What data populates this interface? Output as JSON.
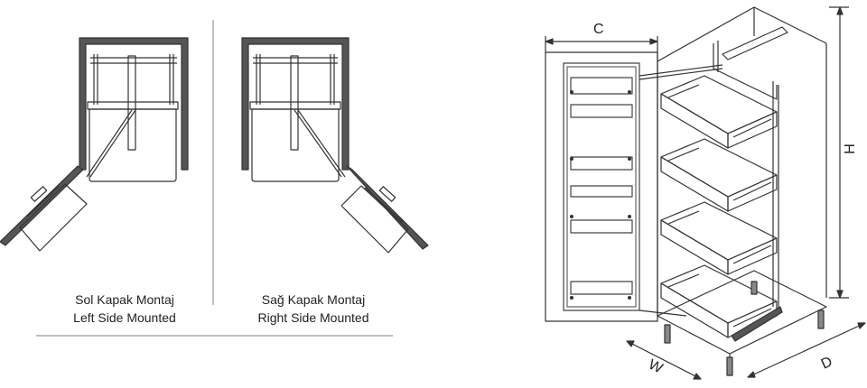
{
  "left_diagram": {
    "title_tr": "Sol Kapak Montaj",
    "title_en": "Left Side Mounted"
  },
  "right_diagram": {
    "title_tr": "Sağ Kapak Montaj",
    "title_en": "Right Side Mounted"
  },
  "dimensions": {
    "c": "C",
    "h": "H",
    "w": "W",
    "d": "D"
  }
}
